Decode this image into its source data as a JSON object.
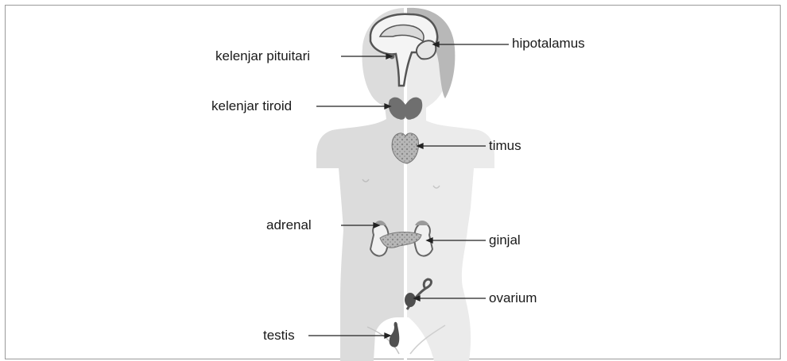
{
  "diagram": {
    "labels": {
      "hypothalamus": "hipotalamus",
      "pituitary": "kelenjar pituitari",
      "thyroid": "kelenjar tiroid",
      "thymus": "timus",
      "adrenal": "adrenal",
      "kidney": "ginjal",
      "ovary": "ovarium",
      "testis": "testis"
    },
    "colors": {
      "male_half": "#dcdcdc",
      "female_half": "#ebebeb",
      "organ": "#7c7c7c",
      "organ_light": "#f2f2f2",
      "leader_line": "#222222"
    }
  }
}
